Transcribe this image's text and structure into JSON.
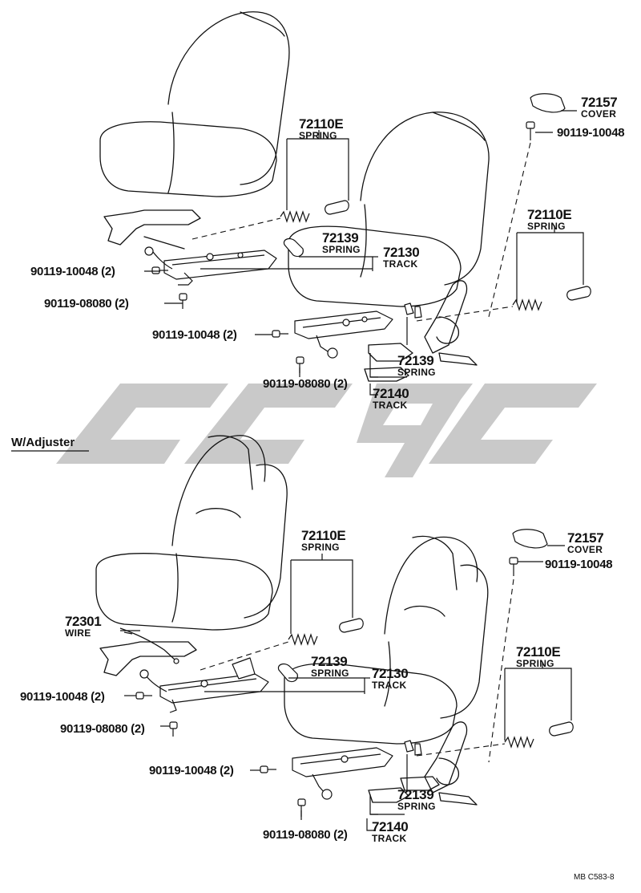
{
  "section_label": "W/Adjuster",
  "footer_code": "MB C583-8",
  "upper": {
    "spring_left": {
      "number": "72110E",
      "name": "SPRING"
    },
    "spring_right": {
      "number": "72110E",
      "name": "SPRING"
    },
    "spring_mid": {
      "number": "72139",
      "name": "SPRING"
    },
    "spring_bottom": {
      "number": "72139",
      "name": "SPRING"
    },
    "track_left": {
      "number": "72130",
      "name": "TRACK"
    },
    "track_right": {
      "number": "72140",
      "name": "TRACK"
    },
    "cover": {
      "number": "72157",
      "name": "COVER"
    },
    "bolt_cover": "90119-10048",
    "bolt_left_1": "90119-10048 (2)",
    "bolt_left_2": "90119-08080 (2)",
    "bolt_mid_1": "90119-10048 (2)",
    "bolt_mid_2": "90119-08080 (2)"
  },
  "lower": {
    "spring_left": {
      "number": "72110E",
      "name": "SPRING"
    },
    "spring_right": {
      "number": "72110E",
      "name": "SPRING"
    },
    "spring_mid": {
      "number": "72139",
      "name": "SPRING"
    },
    "spring_bottom": {
      "number": "72139",
      "name": "SPRING"
    },
    "track_left": {
      "number": "72130",
      "name": "TRACK"
    },
    "track_right": {
      "number": "72140",
      "name": "TRACK"
    },
    "wire": {
      "number": "72301",
      "name": "WIRE"
    },
    "cover": {
      "number": "72157",
      "name": "COVER"
    },
    "bolt_cover": "90119-10048",
    "bolt_left_1": "90119-10048 (2)",
    "bolt_left_2": "90119-08080 (2)",
    "bolt_mid_1": "90119-10048 (2)",
    "bolt_mid_2": "90119-08080 (2)"
  }
}
